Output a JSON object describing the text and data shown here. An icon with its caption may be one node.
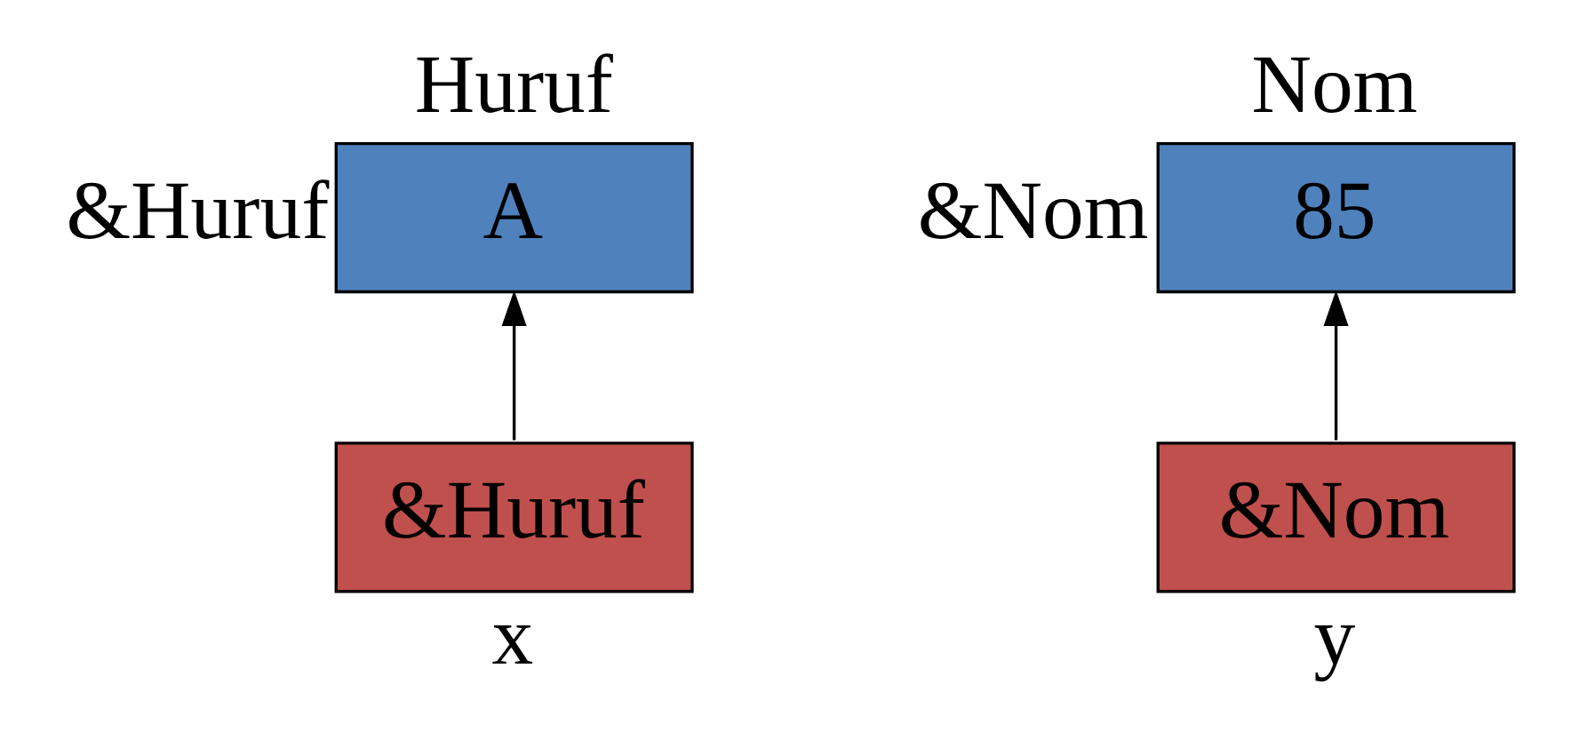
{
  "diagram": {
    "nodes": [
      {
        "text": [
          "Huruf",
          "A"
        ],
        "beside": [
          "&Huruf"
        ]
      },
      {
        "text": [
          "Nom",
          "85"
        ],
        "beside": [
          "&Nom"
        ]
      },
      {
        "text": [
          "&Huruf"
        ],
        "beside": [
          "x"
        ]
      },
      {
        "text": [
          "&Nom"
        ],
        "beside": [
          "y"
        ]
      }
    ],
    "edges": [
      {
        "from": 2,
        "to": 0,
        "arrow": "to"
      },
      {
        "from": 3,
        "to": 1,
        "arrow": "to"
      }
    ]
  }
}
